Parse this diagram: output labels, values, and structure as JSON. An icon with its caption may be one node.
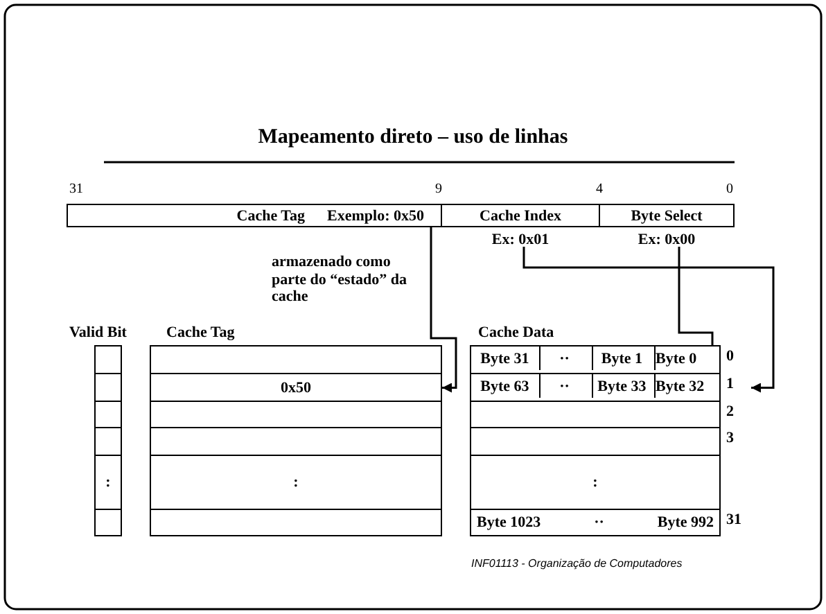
{
  "diagram": {
    "title": "Mapeamento direto – uso de linhas",
    "nodes": [
      {
        "text": [
          "Cache Tag",
          "Exemplo: 0x50"
        ]
      },
      {
        "text": [
          "Cache Index"
        ],
        "beside": [
          "Ex: 0x01"
        ]
      },
      {
        "text": [
          "Byte Select"
        ],
        "beside": [
          "Ex: 0x00"
        ]
      },
      {
        "text": [],
        "shape": "box"
      },
      {
        "text": [],
        "shape": "box"
      },
      {
        "text": [],
        "shape": "box",
        "beside": [
          "0"
        ]
      },
      {
        "text": [
          "Byte 31"
        ],
        "in": 5
      },
      {
        "text": [
          "··"
        ],
        "in": 5
      },
      {
        "text": [
          "Byte 1"
        ],
        "in": 5
      },
      {
        "text": [
          "Byte 0"
        ],
        "in": 5
      },
      {
        "text": [],
        "shape": "box"
      },
      {
        "text": [
          "0x50"
        ]
      },
      {
        "text": [],
        "shape": "box",
        "beside": [
          "1"
        ]
      },
      {
        "text": [
          "Byte 63"
        ],
        "in": 12
      },
      {
        "text": [
          "··"
        ],
        "in": 12
      },
      {
        "text": [
          "Byte 33"
        ],
        "in": 12
      },
      {
        "text": [
          "Byte 32"
        ],
        "in": 12
      },
      {
        "text": [],
        "shape": "box"
      },
      {
        "text": [],
        "shape": "box"
      },
      {
        "text": [],
        "shape": "box",
        "beside": [
          "2"
        ]
      },
      {
        "text": [],
        "shape": "box"
      },
      {
        "text": [],
        "shape": "box"
      },
      {
        "text": [],
        "shape": "box",
        "beside": [
          "3"
        ]
      },
      {
        "text": [
          ":"
        ]
      },
      {
        "text": [
          ":"
        ]
      },
      {
        "text": [
          ":"
        ]
      },
      {
        "text": [],
        "shape": "box"
      },
      {
        "text": [],
        "shape": "box"
      },
      {
        "text": [
          "Byte 1023",
          "··",
          "Byte 992"
        ],
        "beside": [
          "31"
        ]
      }
    ],
    "edges": [
      {
        "from": 0,
        "to": 11,
        "arrow": "to"
      },
      {
        "from": 1,
        "to": 12,
        "arrow": "to"
      },
      {
        "from": 2,
        "to": 16,
        "arrow": "to"
      }
    ],
    "labels": [
      "31",
      "9",
      "4",
      "0",
      "armazenado como parte do “estado” da cache",
      "Valid Bit",
      "Cache Tag",
      "Cache Data",
      "INF01113 - Organização de Computadores"
    ]
  }
}
